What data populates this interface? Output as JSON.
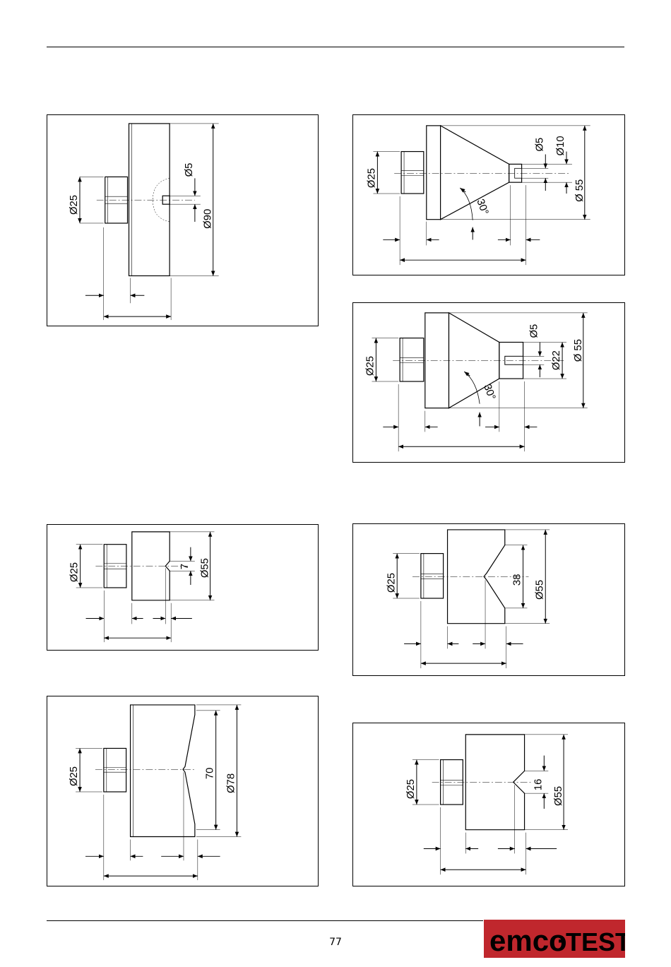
{
  "page": {
    "number": "77"
  },
  "logo": {
    "part1": "emco",
    "separator": "·",
    "part2": "TEST",
    "color": "#c0272d"
  },
  "figures": [
    {
      "id": "fig1",
      "labels": {
        "d_shank": "Ø25",
        "d_bore": "Ø5",
        "d_outer": "Ø90"
      }
    },
    {
      "id": "fig2",
      "labels": {
        "d_shank": "Ø25",
        "d_tip": "Ø5",
        "d_tip_outer": "Ø10",
        "d_outer": "Ø 55",
        "angle": "30°"
      }
    },
    {
      "id": "fig3",
      "labels": {
        "d_shank": "Ø25",
        "d_bore": "Ø5",
        "d_mid": "Ø22",
        "d_outer": "Ø 55",
        "angle": "30°"
      }
    },
    {
      "id": "fig4",
      "labels": {
        "d_shank": "Ø25",
        "groove": "7",
        "d_outer": "Ø55"
      }
    },
    {
      "id": "fig5",
      "labels": {
        "d_shank": "Ø25",
        "groove": "38",
        "d_outer": "Ø55"
      }
    },
    {
      "id": "fig6",
      "labels": {
        "d_shank": "Ø25",
        "inner": "70",
        "d_outer": "Ø78"
      }
    },
    {
      "id": "fig7",
      "labels": {
        "d_shank": "Ø25",
        "groove": "16",
        "d_outer": "Ø55"
      }
    }
  ]
}
